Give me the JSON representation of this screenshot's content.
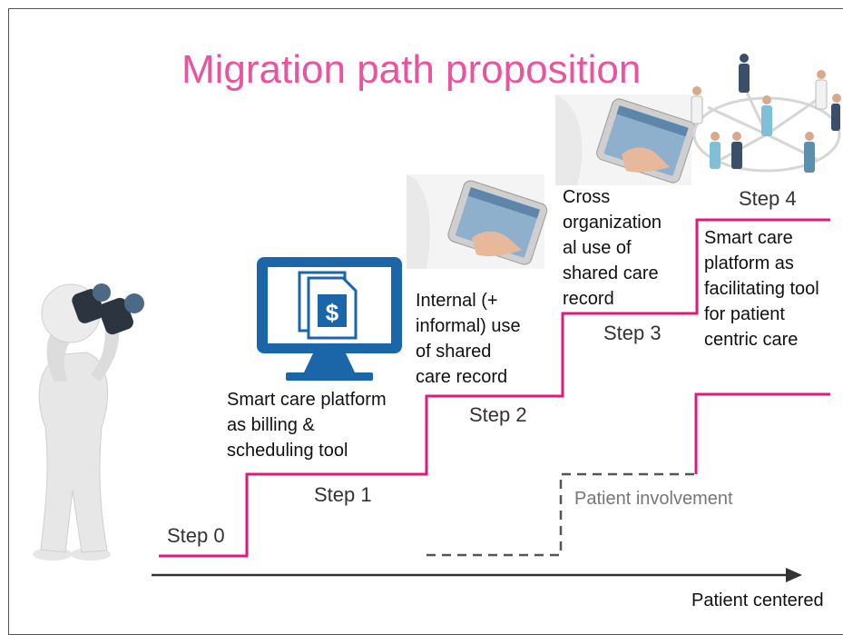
{
  "title": "Migration path proposition",
  "steps": [
    {
      "label": "Step 0"
    },
    {
      "label": "Step 1",
      "desc": [
        "Smart care platform",
        "as billing &",
        "scheduling tool"
      ]
    },
    {
      "label": "Step 2",
      "desc": [
        "Internal (+",
        "informal) use",
        "of shared",
        "care record"
      ]
    },
    {
      "label": "Step 3",
      "desc": [
        "Cross",
        "organization",
        "al use of",
        "shared care",
        "record"
      ]
    },
    {
      "label": "Step 4",
      "desc": [
        "Smart care",
        "platform as",
        "facilitating tool",
        "for patient",
        "centric care"
      ]
    }
  ],
  "patient_involvement_label": "Patient involvement",
  "x_axis_label": "Patient centered",
  "colors": {
    "accent": "#e0197d",
    "title": "#e8559e",
    "monitor": "#1a66a8",
    "dashed": "#555555"
  },
  "icons": [
    "binoculars-figure-icon",
    "billing-monitor-icon",
    "tablet-hand-icon",
    "network-people-icon"
  ]
}
